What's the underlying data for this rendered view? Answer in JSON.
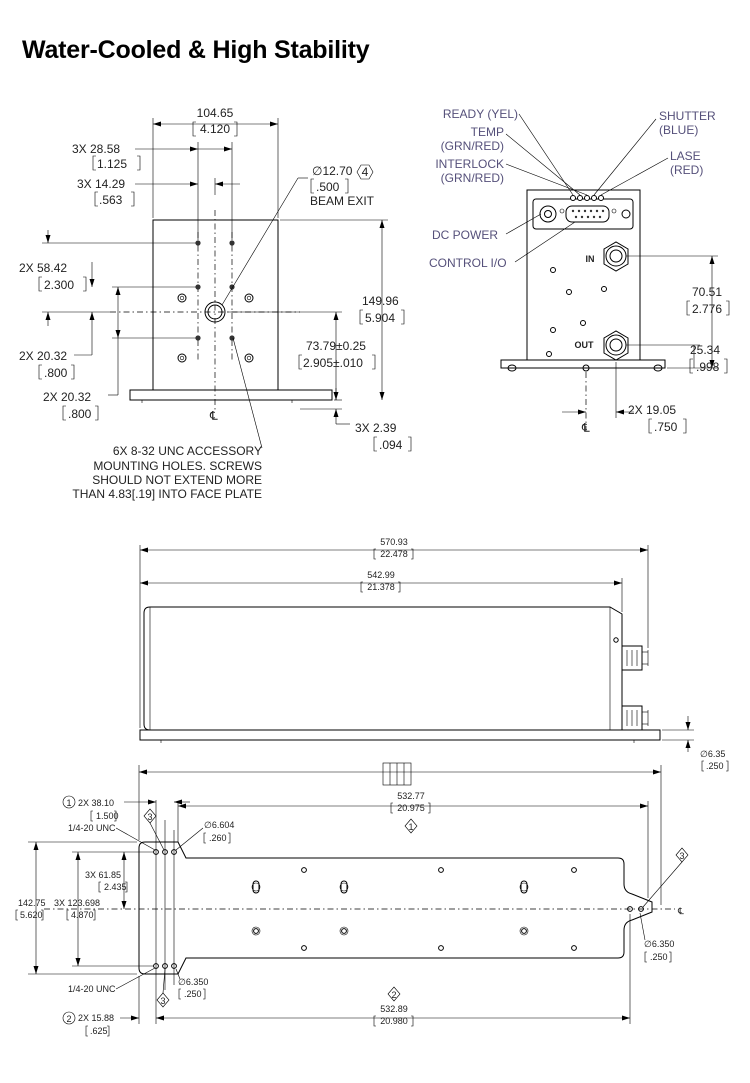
{
  "title": "Water-Cooled & High Stability",
  "front_view": {
    "width": "104.65",
    "width_in": "4.120",
    "hole_spacing_a": "3X  28.58",
    "hole_spacing_a_in": "1.125",
    "hole_spacing_b": "3X  14.29",
    "hole_spacing_b_in": ".563",
    "vert_a": "2X  58.42",
    "vert_a_in": "2.300",
    "vert_b": "2X  20.32",
    "vert_b_in": ".800",
    "vert_c": "2X  20.32",
    "vert_c_in": ".800",
    "beam_dia": "12.70",
    "beam_dia_in": ".500",
    "beam_note_num": "4",
    "beam_label": "BEAM EXIT",
    "height": "149.96",
    "height_in": "5.904",
    "beam_height": "73.79±0.25",
    "beam_height_in": "2.905±.010",
    "base": "3X  2.39",
    "base_in": ".094",
    "centerline": "℄",
    "note_lines": [
      "6X 8-32 UNC ACCESSORY",
      "MOUNTING HOLES.  SCREWS",
      "SHOULD NOT EXTEND MORE",
      "THAN 4.83[.19]  INTO FACE PLATE"
    ]
  },
  "rear_view": {
    "ready": "READY (YEL)",
    "temp": "TEMP",
    "temp2": "(GRN/RED)",
    "interlock": "INTERLOCK",
    "interlock2": "(GRN/RED)",
    "shutter": "SHUTTER",
    "shutter2": "(BLUE)",
    "lase": "LASE",
    "lase2": "(RED)",
    "dc_power": "DC POWER",
    "control_io": "CONTROL I/O",
    "in_label": "IN",
    "out_label": "OUT",
    "dim_a": "70.51",
    "dim_a_in": "2.776",
    "dim_b": "25.34",
    "dim_b_in": ".998",
    "dim_c": "2X  19.05",
    "dim_c_in": ".750",
    "centerline": "℄"
  },
  "side_view": {
    "overall": "570.93",
    "overall_in": "22.478",
    "body": "542.99",
    "body_in": "21.378",
    "base_dia": "6.35",
    "base_dia_in": ".250"
  },
  "bottom_view": {
    "len_a": "532.77",
    "len_a_in": "20.975",
    "len_a_note": "1",
    "len_b": "532.89",
    "len_b_in": "20.980",
    "len_b_note": "2",
    "hole_a": "2X  38.10",
    "hole_a_in": "1.500",
    "hole_a_note": "1",
    "thread_top": "1/4-20 UNC",
    "thread_bot": "1/4-20 UNC",
    "hole_dia": "6.604",
    "hole_dia_in": ".260",
    "note3": "3",
    "width_a": "3X  61.85",
    "width_a_in": "2.435",
    "width_b": "3X 123.698",
    "width_b_in": "4.870",
    "width_total": "142.75",
    "width_total_in": "5.620",
    "slot_dia_bot": "6.350",
    "slot_dia_bot_in": ".250",
    "slot_dia_right": "6.350",
    "slot_dia_right_in": ".250",
    "end_dim": "2X  15.88",
    "end_dim_in": ".625",
    "end_note": "2",
    "centerline": "℄"
  }
}
